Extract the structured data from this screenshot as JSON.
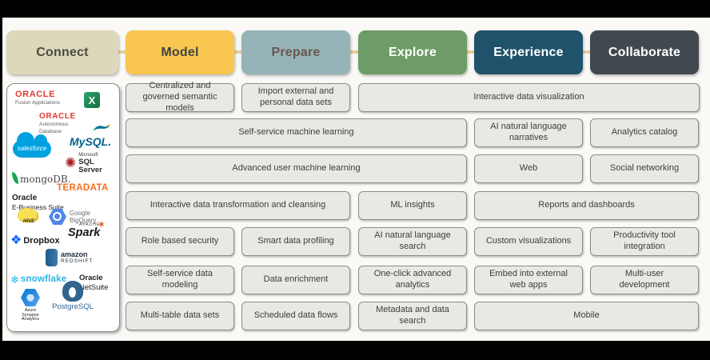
{
  "page": {
    "background": "#faf9f6",
    "letterbox_color": "#000000",
    "connector_color": "#e6cf9a"
  },
  "columns": [
    {
      "id": "connect",
      "label": "Connect",
      "fill": "#ded8ba",
      "text_color": "#4a4a42"
    },
    {
      "id": "model",
      "label": "Model",
      "fill": "#f9c74f",
      "text_color": "#3f4447"
    },
    {
      "id": "prepare",
      "label": "Prepare",
      "fill": "#96b3b7",
      "text_color": "#685750"
    },
    {
      "id": "explore",
      "label": "Explore",
      "fill": "#6d9c66",
      "text_color": "#ffffff"
    },
    {
      "id": "experience",
      "label": "Experience",
      "fill": "#1f526b",
      "text_color": "#ffffff"
    },
    {
      "id": "collaborate",
      "label": "Collaborate",
      "fill": "#414950",
      "text_color": "#ffffff"
    }
  ],
  "grid": {
    "cell_fill": "#e9e8e5",
    "cell_border": "#8c8c8c",
    "cell_text_color": "#3d3d3d",
    "rows": [
      {
        "cells": [
          {
            "label": "Centralized and governed semantic models"
          },
          {
            "label": "Import external and personal data sets"
          },
          {
            "label": "Interactive data visualization"
          }
        ]
      },
      {
        "cells": [
          {
            "label": "Self-service machine learning"
          },
          {
            "label": "AI natural language narratives"
          },
          {
            "label": "Analytics catalog"
          }
        ]
      },
      {
        "cells": [
          {
            "label": "Advanced user machine learning"
          },
          {
            "label": "Web"
          },
          {
            "label": "Social networking"
          }
        ]
      },
      {
        "cells": [
          {
            "label": "Interactive data transformation and cleansing"
          },
          {
            "label": "ML insights"
          },
          {
            "label": "Reports and dashboards"
          }
        ]
      },
      {
        "cells": [
          {
            "label": "Role based security"
          },
          {
            "label": "Smart data profiling"
          },
          {
            "label": "AI natural language search"
          },
          {
            "label": "Custom visualizations"
          },
          {
            "label": "Productivity tool integration"
          }
        ]
      },
      {
        "cells": [
          {
            "label": "Self-service data modeling"
          },
          {
            "label": "Data enrichment"
          },
          {
            "label": "One-click advanced analytics"
          },
          {
            "label": "Embed into external web apps"
          },
          {
            "label": "Multi-user development"
          }
        ]
      },
      {
        "cells": [
          {
            "label": "Multi-table data sets"
          },
          {
            "label": "Scheduled data flows"
          },
          {
            "label": "Metadata and data search"
          },
          {
            "label": "Mobile"
          }
        ]
      }
    ]
  },
  "sidebar": {
    "logos": [
      {
        "id": "oracle-fusion-applications",
        "brand": "ORACLE",
        "caption": "Fusion Applications",
        "brand_color": "#e03a2f"
      },
      {
        "id": "microsoft-excel",
        "letter": "X",
        "color": "#107c41"
      },
      {
        "id": "oracle-autonomous-database",
        "brand": "ORACLE",
        "caption1": "Autonomous",
        "caption2": "Database",
        "brand_color": "#e03a2f"
      },
      {
        "id": "mysql",
        "label": "MySQL.",
        "color": "#00618a"
      },
      {
        "id": "salesforce",
        "label": "salesforce",
        "color": "#00a1e0"
      },
      {
        "id": "microsoft-sql-server",
        "caption1": "Microsoft",
        "caption2": "SQL Server",
        "accent_color": "#a91d22"
      },
      {
        "id": "mongodb",
        "label": "mongoDB.",
        "leaf_color": "#13aa52"
      },
      {
        "id": "teradata",
        "label": "TERADATA",
        "color": "#f36f21"
      },
      {
        "id": "oracle-e-business-suite",
        "line1": "Oracle",
        "line2": "E-Business Suite"
      },
      {
        "id": "apache-hive",
        "label": "HIVE",
        "color": "#f8df54"
      },
      {
        "id": "google-bigquery",
        "line1": "Google",
        "line2": "BigQuery",
        "color": "#5086ec"
      },
      {
        "id": "dropbox",
        "label": "Dropbox",
        "color": "#0062ff"
      },
      {
        "id": "apache-spark",
        "super_label": "APACHE",
        "label": "Spark",
        "star_color": "#e25a1c"
      },
      {
        "id": "amazon-redshift",
        "line1": "amazon",
        "line2": "REDSHIFT",
        "color": "#2e73b8"
      },
      {
        "id": "snowflake",
        "label": "snowflake",
        "color": "#29b5e8"
      },
      {
        "id": "oracle-netsuite",
        "line1": "Oracle",
        "line2": "NetSuite"
      },
      {
        "id": "postgresql",
        "label": "PostgreSQL",
        "color": "#336791"
      },
      {
        "id": "azure-synapse-analytics",
        "caption": "Azure Synapse Analytics",
        "color": "#0078d4"
      }
    ]
  }
}
